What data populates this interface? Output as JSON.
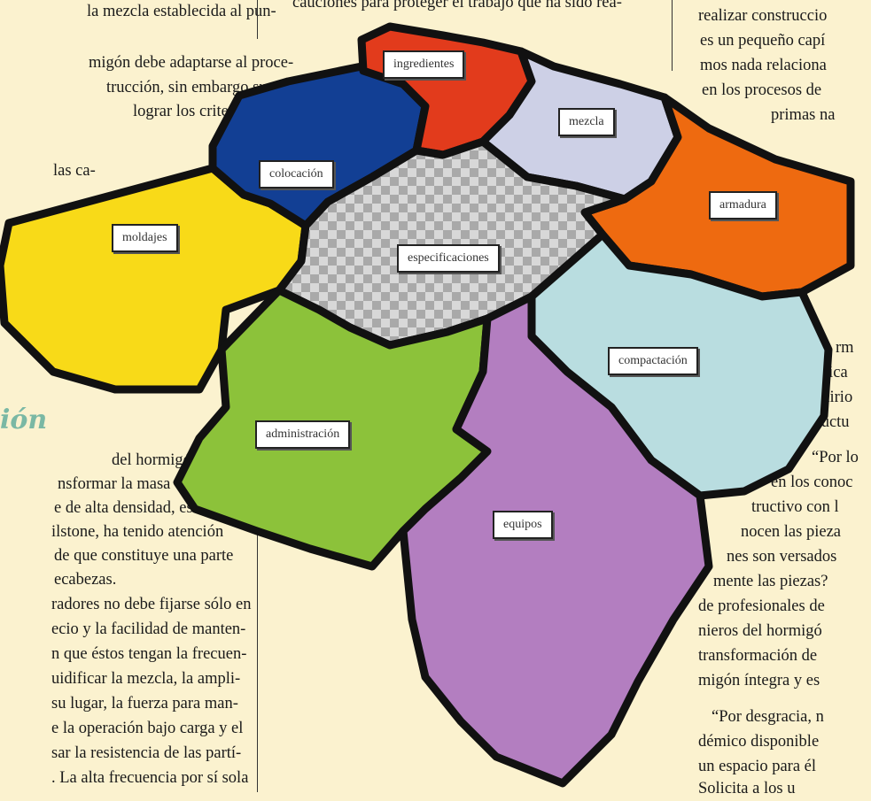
{
  "left_column": {
    "lines_top": [
      "la mezcla establecida al pun-",
      "migón debe adaptarse al proce-",
      "trucción, sin embargo su",
      "lograr los criterios",
      "las ca-"
    ],
    "section_heading": "ión",
    "lines_bottom": [
      "del hormigón,",
      "nsformar la masa en",
      "e de alta densidad, es un",
      "ilstone, ha tenido atención",
      "de que constituye una parte",
      "ecabezas.",
      "radores no debe fijarse sólo en",
      "ecio y la facilidad de manten-",
      "n que éstos tengan la frecuen-",
      "uidificar la mezcla, la ampli-",
      "su lugar, la fuerza para man-",
      "e la operación bajo carga y el",
      "sar la resistencia de las partí-",
      ". La alta frecuencia por sí sola"
    ]
  },
  "middle_column": {
    "top_line": "cauciones para proteger el trabajo que ha sido rea-"
  },
  "right_column": {
    "lines": [
      "realizar construccio",
      "es un pequeño capí",
      "mos nada relaciona",
      "en los procesos de",
      "primas na",
      "rm",
      "tica",
      "quirio",
      "estructu",
      "“Por lo",
      "en los conoc",
      "tructivo con l",
      "nocen las pieza",
      "nes son versados",
      "mente las piezas?",
      "de profesionales de",
      "nieros del hormigó",
      "transformación de",
      "migón íntegra y es",
      "“Por desgracia, n",
      "démico disponible",
      "un espacio para él",
      "Solicita a los u"
    ]
  },
  "puzzle_labels": {
    "ingredientes": "ingredientes",
    "mezcla": "mezcla",
    "colocacion": "colocación",
    "armadura": "armadura",
    "moldajes": "moldajes",
    "especificaciones": "especificaciones",
    "compactacion": "compactación",
    "administracion": "administración",
    "equipos": "equipos"
  },
  "puzzle_colors": {
    "ingredientes": "#e23b1c",
    "mezcla": "#cdd0e6",
    "colocacion": "#123f94",
    "armadura": "#ee6a10",
    "moldajes": "#f8da18",
    "especificaciones": "#c9c9c9",
    "compactacion": "#b9dde0",
    "administracion": "#8cc23a",
    "equipos": "#b37ec0"
  }
}
